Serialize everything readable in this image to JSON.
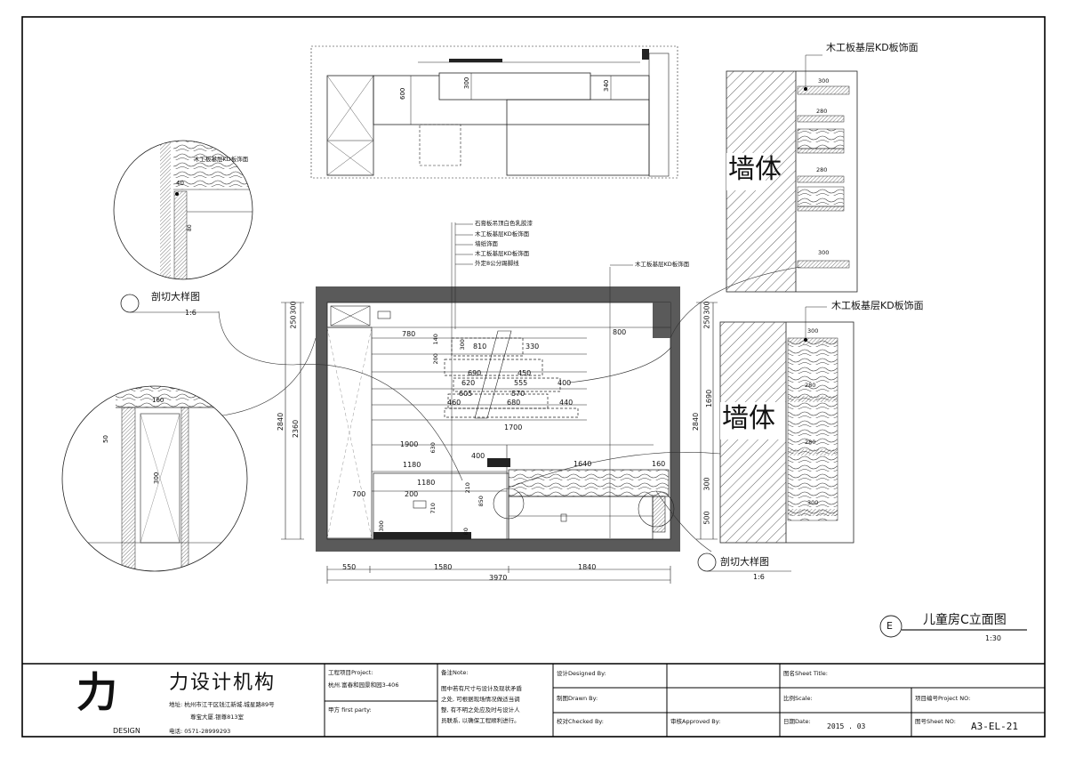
{
  "labels": {
    "plaster_ceiling": "石膏板吊顶白色乳胶漆",
    "wood_kd_1": "木工板基层KD板饰面",
    "wallpaper": "墙纸饰面",
    "wood_kd_2": "木工板基层KD板饰面",
    "skirting": "外定8公分踢脚线",
    "wood_kd_right": "木工板基层KD板饰面",
    "wood_kd_detail_left": "木工板基层KD板饰面",
    "wood_kd_top_right": "木工板基层KD板饰面",
    "wood_kd_mid_right": "木工板基层KD板饰面",
    "wall_1": "墙体",
    "wall_2": "墙体",
    "section_detail_left": "剖切大样图",
    "section_detail_left_scale": "1:6",
    "section_detail_right": "剖切大样图",
    "section_detail_right_scale": "1:6",
    "drawing_letter": "E",
    "drawing_title": "儿童房C立面图",
    "drawing_scale": "1:30"
  },
  "dims": {
    "total_width": "3970",
    "seg_550": "550",
    "seg_1580": "1580",
    "seg_1840": "1840",
    "h_2840_l": "2840",
    "h_2360": "2360",
    "h_250": "250",
    "h_300_l": "300",
    "h_2840_r": "2840",
    "h_1690": "1690",
    "h_250_r": "250",
    "h_300_r": "300",
    "h_300_r2": "300",
    "h_500": "500",
    "d_780": "780",
    "d_810": "810",
    "d_330": "330",
    "d_800": "800",
    "d_690": "690",
    "d_450": "450",
    "d_620": "620",
    "d_555": "555",
    "d_400a": "400",
    "d_605": "605",
    "d_570": "570",
    "d_460": "460",
    "d_680": "680",
    "d_440": "440",
    "d_1700": "1700",
    "d_1900": "1900",
    "d_1180a": "1180",
    "d_400b": "400",
    "d_1640": "1640",
    "d_160": "160",
    "d_1180b": "1180",
    "d_700": "700",
    "d_200": "200",
    "v_300a": "300",
    "v_200": "200",
    "v_140": "140",
    "v_630": "630",
    "v_210": "210",
    "v_710": "710",
    "v_850": "850",
    "v_80": "80",
    "v_300b": "300",
    "top_600": "600",
    "top_300": "300",
    "top_340": "340",
    "det_40": "40",
    "det_80": "80",
    "det_160": "160",
    "det_50": "50",
    "det_300": "300",
    "r_300a": "300",
    "r_280a": "280",
    "r_280b": "280",
    "r_300b": "300",
    "r2_300a": "300",
    "r2_280a": "280",
    "r2_280b": "280",
    "r2_300b": "300"
  },
  "title_block": {
    "logo_mark": "力",
    "logo_sub": "DESIGN",
    "company": "力设计机构",
    "address_1": "地址: 杭州市江干区钱江新城.城星路89号",
    "address_2": "尊宝大厦.银尊813室",
    "phone": "电话: 0571-28999293",
    "project_label": "工程项目Project:",
    "project_value": "杭州.富春和园景和园3-406",
    "party_label": "甲方 first party:",
    "note_label": "备注Note:",
    "note_text_1": "图中若有尺寸与设计及现状矛盾",
    "note_text_2": "之处, 可根据现场情况做适当调",
    "note_text_3": "整, 有不明之处应及时与设计人",
    "note_text_4": "员联系, 以确保工程顺利进行。",
    "designed_label": "设计Designed By:",
    "drawn_label": "制图Drawn By:",
    "checked_label": "校对Checked By:",
    "approved_label": "审核Approved By:",
    "sheet_title_label": "图名Sheet Title:",
    "scale_label": "比例Scale:",
    "project_no_label": "项目编号Project NO:",
    "date_label": "日期Date:",
    "date_value": "2015 . 03",
    "sheet_no_label": "图号Sheet NO:",
    "sheet_no_value": "A3-EL-21"
  }
}
